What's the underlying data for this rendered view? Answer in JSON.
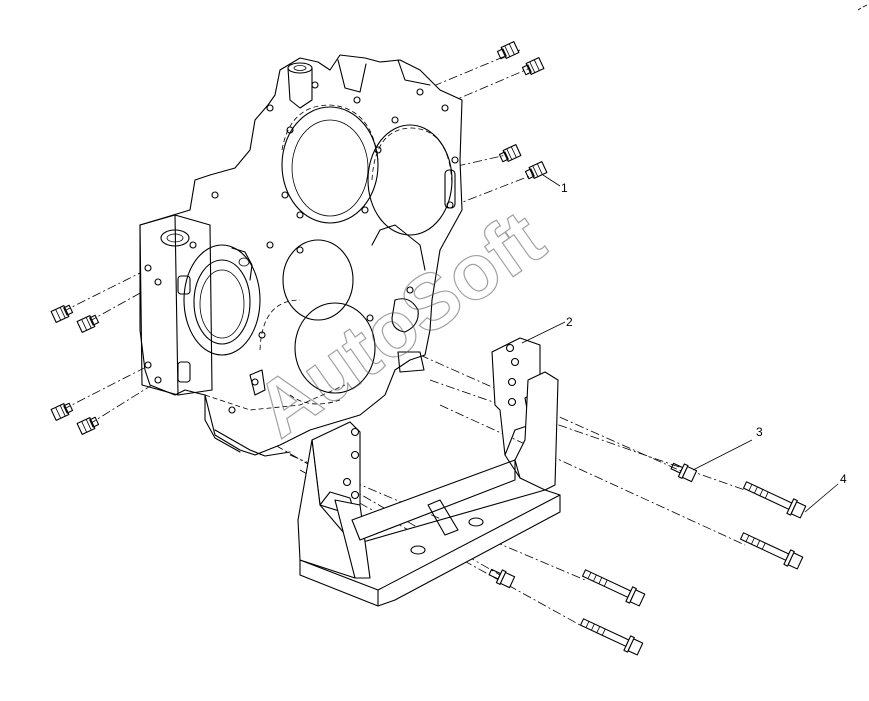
{
  "diagram": {
    "watermark": "AutoSoft",
    "callouts": [
      {
        "id": "1",
        "label": "1"
      },
      {
        "id": "2",
        "label": "2"
      },
      {
        "id": "3",
        "label": "3"
      },
      {
        "id": "4",
        "label": "4"
      }
    ]
  }
}
